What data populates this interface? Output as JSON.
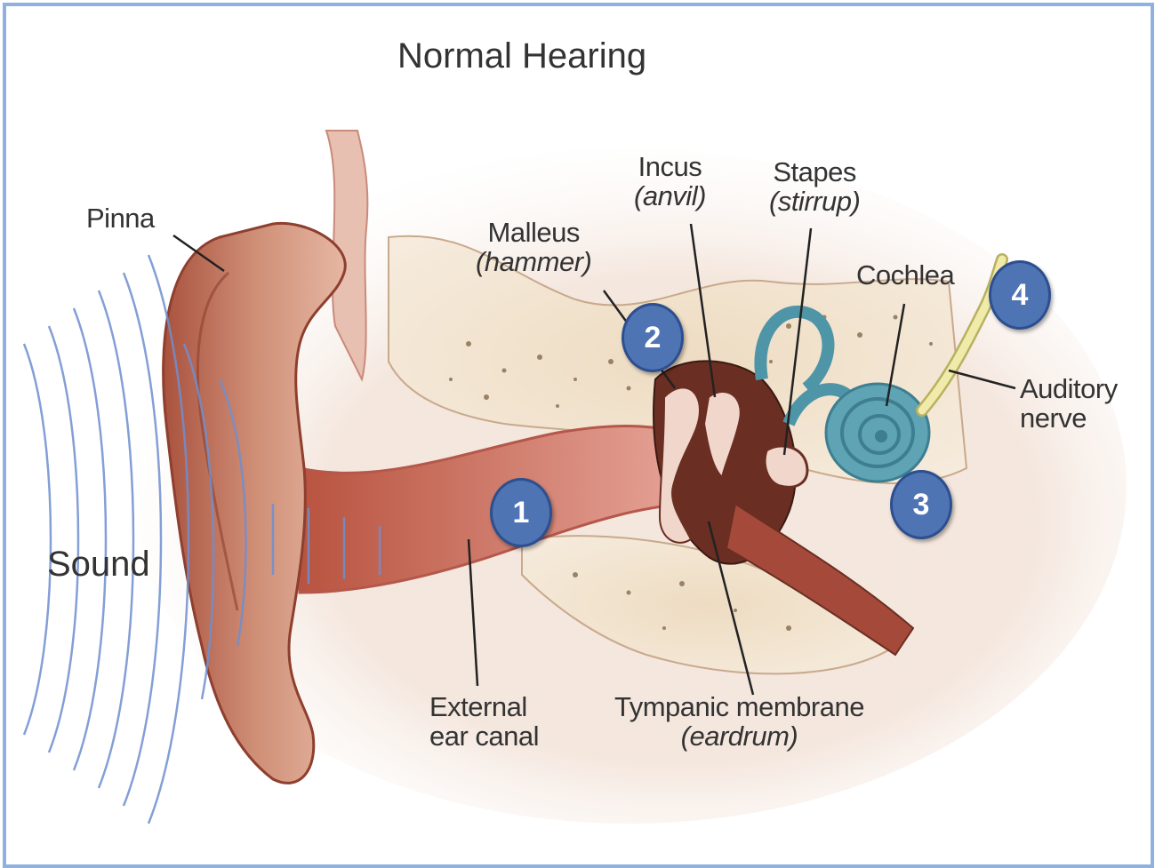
{
  "title": "Normal Hearing",
  "sound_label": "Sound",
  "labels": {
    "pinna": "Pinna",
    "malleus": {
      "name": "Malleus",
      "common": "(hammer)"
    },
    "incus": {
      "name": "Incus",
      "common": "(anvil)"
    },
    "stapes": {
      "name": "Stapes",
      "common": "(stirrup)"
    },
    "cochlea": "Cochlea",
    "auditory_nerve": {
      "line1": "Auditory",
      "line2": "nerve"
    },
    "external_ear_canal": {
      "line1": "External",
      "line2": "ear canal"
    },
    "tympanic_membrane": {
      "name": "Tympanic membrane",
      "common": "(eardrum)"
    }
  },
  "markers": [
    "1",
    "2",
    "3",
    "4"
  ],
  "colors": {
    "border": "#8fb1df",
    "marker_fill": "#4f74b4",
    "marker_text": "#ffffff",
    "skin": "#c98a73",
    "bone": "#e9d6bd",
    "canal": "#d9948a",
    "cochlea": "#5fa4b4",
    "nerve": "#ece7a0",
    "sound_waves": "#6f8fd0"
  }
}
